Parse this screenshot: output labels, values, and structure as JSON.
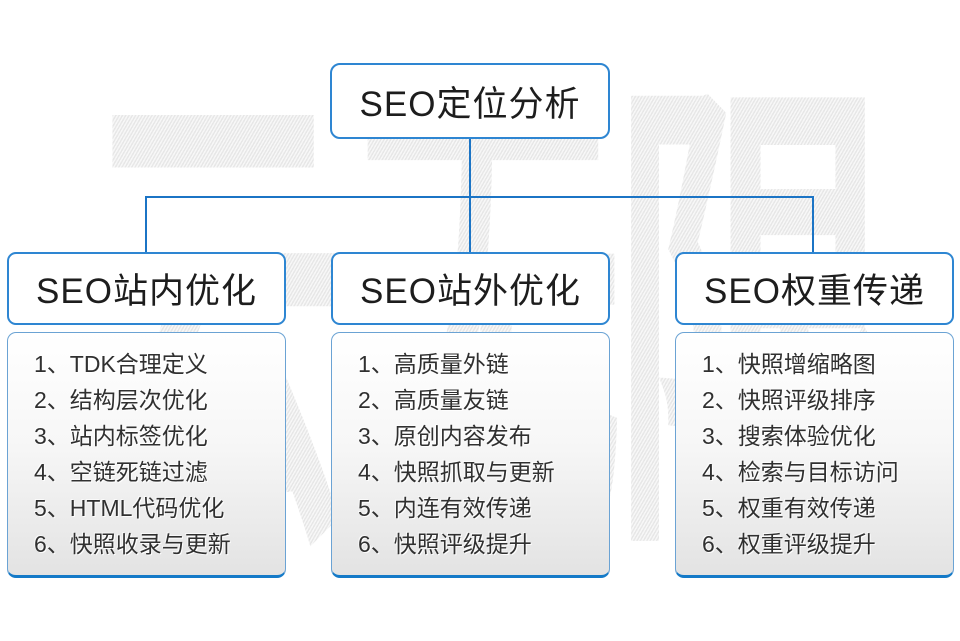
{
  "diagram": {
    "root_title": "SEO定位分析",
    "watermark": "云无限",
    "colors": {
      "node_border": "#2e86d2",
      "connector": "#1b74c5",
      "list_bottom_edge": "#147ac8",
      "list_gradient_bottom": "#e3e3e3",
      "watermark_gray": "#e7e7e7"
    },
    "columns": [
      {
        "header": "SEO站内优化",
        "items": [
          "1、TDK合理定义",
          "2、结构层次优化",
          "3、站内标签优化",
          "4、空链死链过滤",
          "5、HTML代码优化",
          "6、快照收录与更新"
        ]
      },
      {
        "header": "SEO站外优化",
        "items": [
          "1、高质量外链",
          "2、高质量友链",
          "3、原创内容发布",
          "4、快照抓取与更新",
          "5、内连有效传递",
          "6、快照评级提升"
        ]
      },
      {
        "header": "SEO权重传递",
        "items": [
          "1、快照增缩略图",
          "2、快照评级排序",
          "3、搜索体验优化",
          "4、检索与目标访问",
          "5、权重有效传递",
          "6、权重评级提升"
        ]
      }
    ]
  }
}
